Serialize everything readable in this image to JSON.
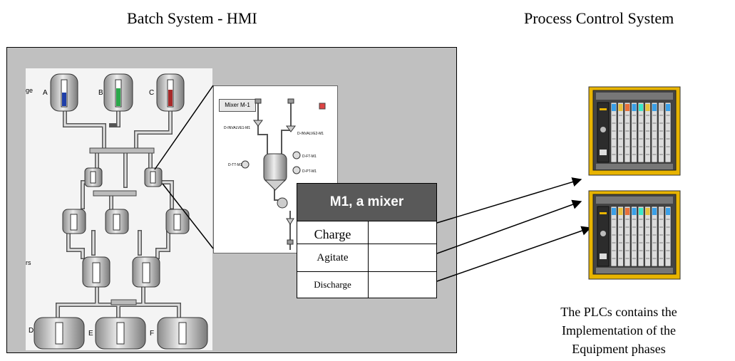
{
  "titles": {
    "left": "Batch System - HMI",
    "right": "Process Control System"
  },
  "hmi": {
    "tank_labels": [
      "A",
      "B",
      "C"
    ],
    "bottom_labels": [
      "D",
      "E",
      "F"
    ],
    "edge_fragments": [
      "ge",
      "rs"
    ],
    "tank_colors": [
      "#1f3fa8",
      "#2aa84a",
      "#a82a2a"
    ]
  },
  "detail": {
    "tag": "Mixer M-1",
    "valve_labels": [
      "D-INVALVE1-M1",
      "D-INVALVE2-M1"
    ],
    "instrument_labels": [
      "D-TT-M1",
      "D-PT-M1",
      "D-FT-M1"
    ]
  },
  "phase_table": {
    "title": "M1, a mixer",
    "phases": [
      "Charge",
      "Agitate",
      "Discharge"
    ]
  },
  "plc": {
    "count": 2,
    "caption_lines": [
      "The PLCs contains the",
      "Implementation of the",
      "Equipment phases"
    ]
  }
}
